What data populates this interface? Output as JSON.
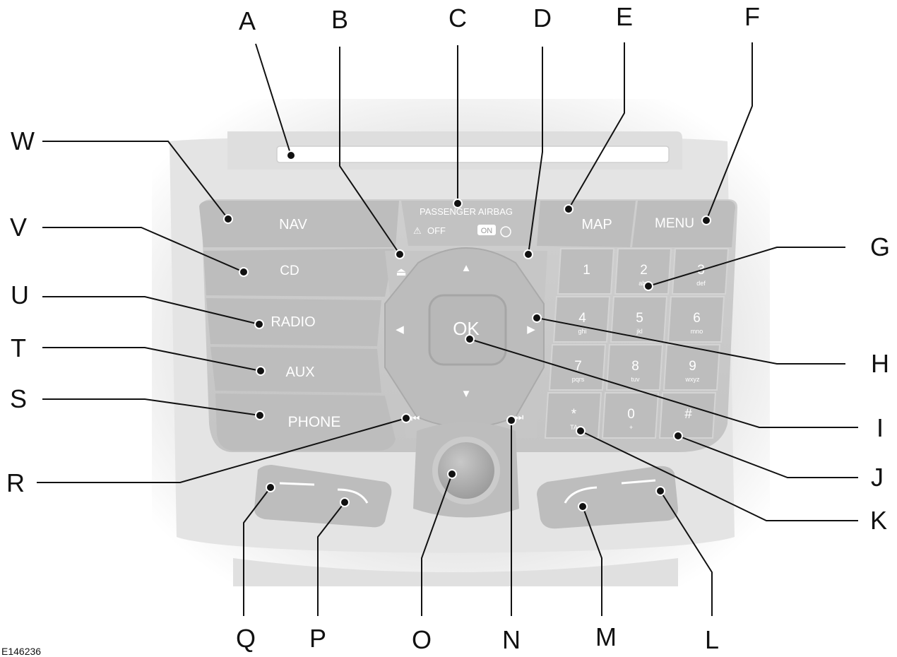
{
  "figure_code": "E146236",
  "panel": {
    "buttons": {
      "nav": "NAV",
      "cd": "CD",
      "radio": "RADIO",
      "aux": "AUX",
      "phone": "PHONE",
      "map": "MAP",
      "menu": "MENU",
      "ok": "OK"
    },
    "airbag": {
      "title": "PASSENGER AIRBAG",
      "off": "OFF",
      "on": "ON"
    },
    "keypad": [
      {
        "digit": "1",
        "sub": ""
      },
      {
        "digit": "2",
        "sub": "abc"
      },
      {
        "digit": "3",
        "sub": "def"
      },
      {
        "digit": "4",
        "sub": "ghi"
      },
      {
        "digit": "5",
        "sub": "jkl"
      },
      {
        "digit": "6",
        "sub": "mno"
      },
      {
        "digit": "7",
        "sub": "pqrs"
      },
      {
        "digit": "8",
        "sub": "tuv"
      },
      {
        "digit": "9",
        "sub": "wxyz"
      },
      {
        "digit": "*",
        "sub": "TA"
      },
      {
        "digit": "0",
        "sub": "+"
      },
      {
        "digit": "#",
        "sub": ""
      }
    ]
  },
  "callouts": [
    "A",
    "B",
    "C",
    "D",
    "E",
    "F",
    "G",
    "H",
    "I",
    "J",
    "K",
    "L",
    "M",
    "N",
    "O",
    "P",
    "Q",
    "R",
    "S",
    "T",
    "U",
    "V",
    "W"
  ]
}
